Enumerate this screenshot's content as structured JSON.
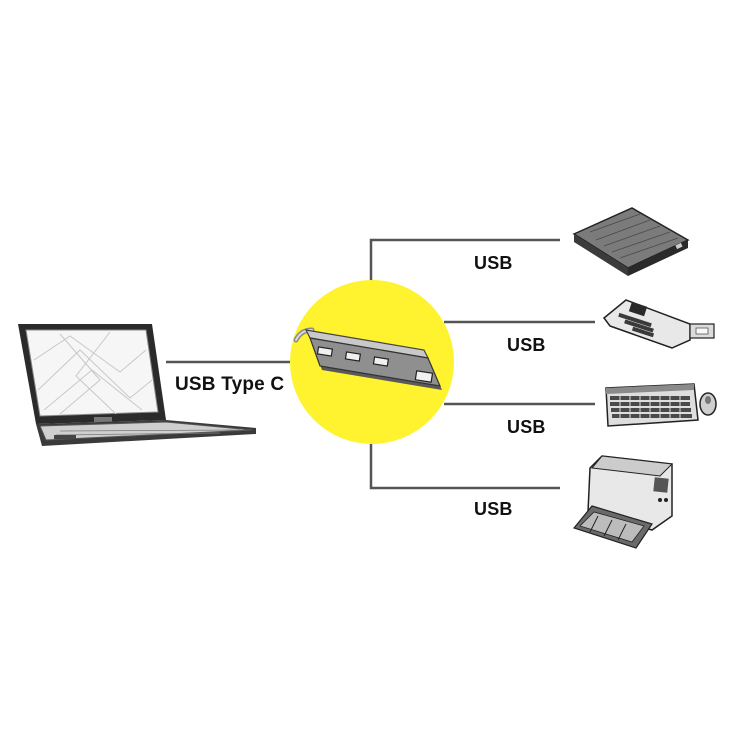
{
  "labels": {
    "host_connection": "USB Type C",
    "port_1": "USB",
    "port_2": "USB",
    "port_3": "USB",
    "port_4": "USB"
  },
  "devices": {
    "host": "laptop-icon",
    "hub": "usb-hub-icon",
    "port_1": "external-drive-icon",
    "port_2": "card-reader-icon",
    "port_3": "keyboard-mouse-icon",
    "port_4": "printer-icon"
  },
  "colors": {
    "hub_circle": "#FFF22E",
    "lines": "#555555",
    "text": "#111111"
  }
}
